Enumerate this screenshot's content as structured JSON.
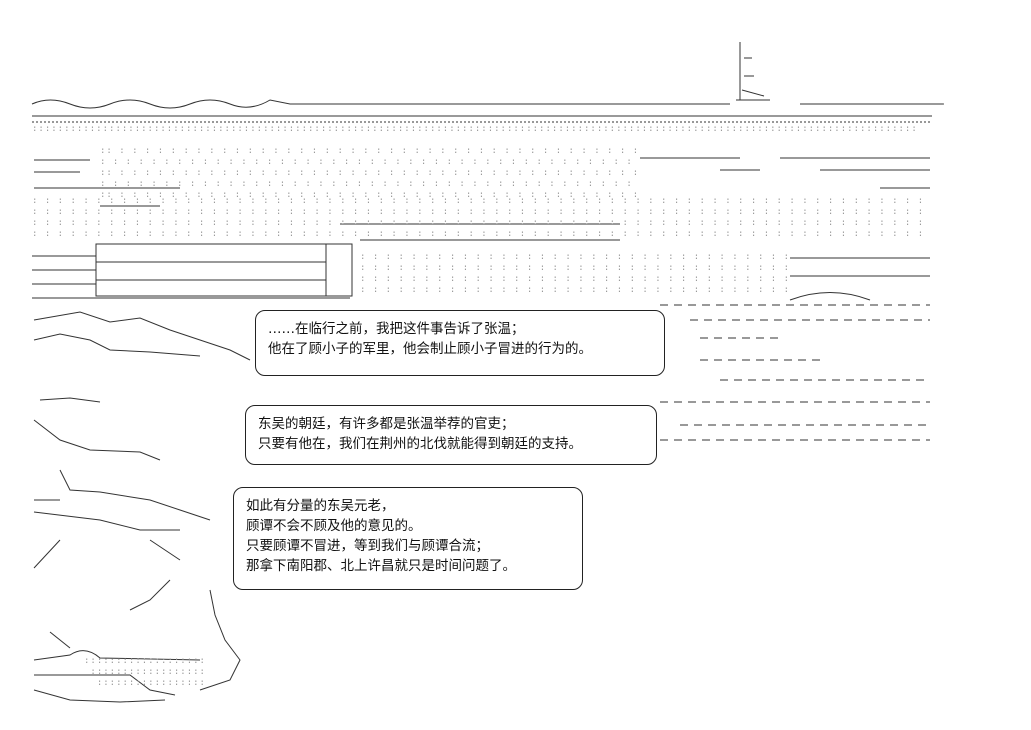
{
  "scene": {
    "background": "#ffffff",
    "ink": "#1a1a1a",
    "dot_color": "#9a9a9a"
  },
  "speech_bubbles": [
    {
      "lines": [
        "……在临行之前，我把这件事告诉了张温；",
        "他在了顾小子的军里，他会制止顾小子冒进的行为的。"
      ]
    },
    {
      "lines": [
        "东吴的朝廷，有许多都是张温举荐的官吏；",
        "只要有他在，我们在荆州的北伐就能得到朝廷的支持。"
      ]
    },
    {
      "lines": [
        "如此有分量的东吴元老，",
        "顾谭不会不顾及他的意见的。",
        "只要顾谭不冒进，等到我们与顾谭合流；",
        "那拿下南阳郡、北上许昌就只是时间问题了。"
      ]
    }
  ]
}
